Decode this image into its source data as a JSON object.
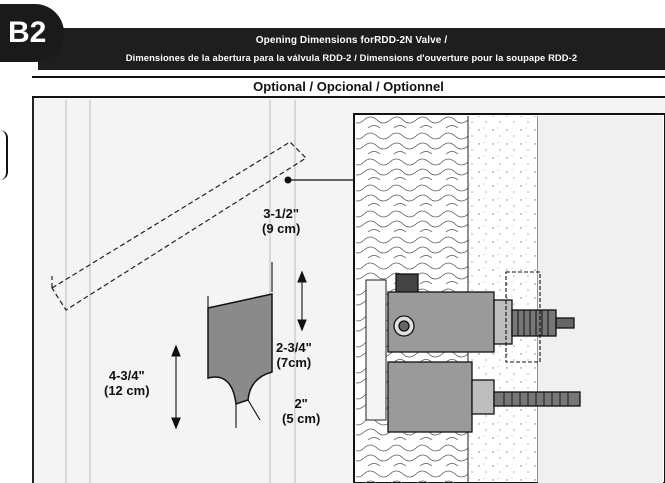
{
  "step": {
    "badge": "B2"
  },
  "header": {
    "line1": "Opening Dimensions forRDD-2N Valve /",
    "line2": "Dimensiones de la abertura para la válvula RDD-2  / Dimensions d'ouverture pour la soupape RDD-2"
  },
  "optional_label": "Optional / Opcional / Optionnel",
  "dimensions": {
    "width": {
      "imperial": "3-1/2\"",
      "metric": "(9 cm)"
    },
    "upper_height": {
      "imperial": "2-3/4\"",
      "metric": "(7cm)"
    },
    "total_height": {
      "imperial": "4-3/4\"",
      "metric": "(12 cm)"
    },
    "lower_width": {
      "imperial": "2\"",
      "metric": "(5 cm)"
    }
  },
  "colors": {
    "header": "#1e1e1e",
    "cutout": "#8a8a8a",
    "valve": "#9a9a9a",
    "wall": "#e8e8e8"
  }
}
